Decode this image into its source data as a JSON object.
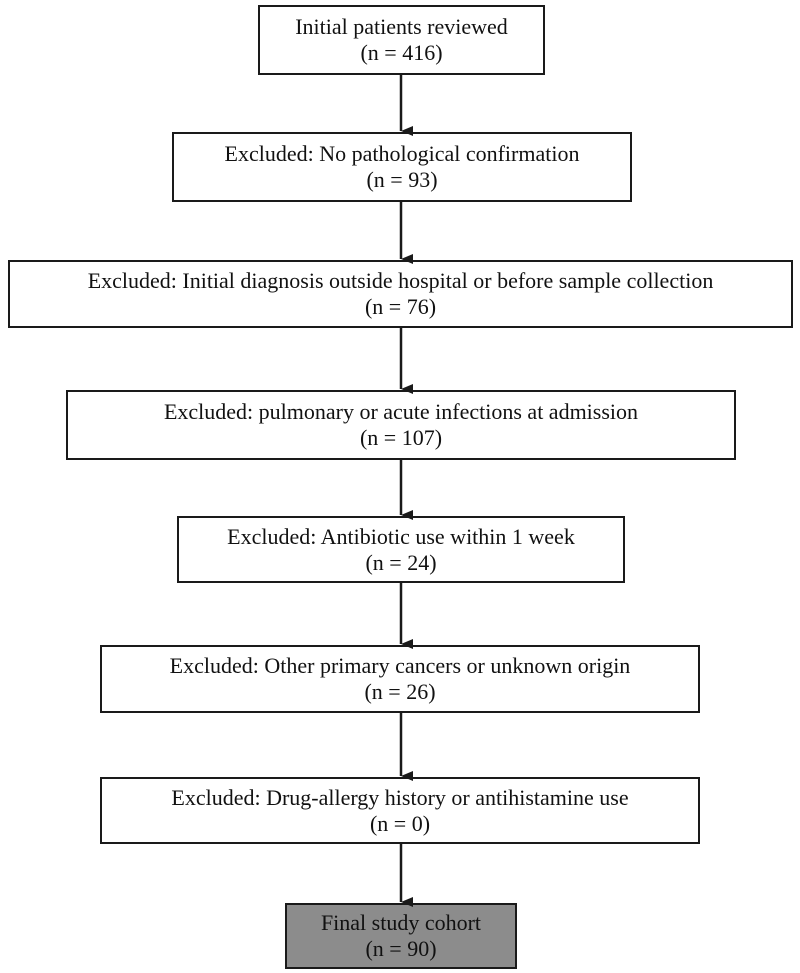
{
  "flowchart": {
    "steps": [
      {
        "label": "Initial patients reviewed",
        "count": "(n = 416)"
      },
      {
        "label": "Excluded: No pathological confirmation",
        "count": "(n = 93)"
      },
      {
        "label": "Excluded: Initial diagnosis outside hospital or before sample collection",
        "count": "(n = 76)"
      },
      {
        "label": "Excluded: pulmonary or acute infections at admission",
        "count": "(n = 107)"
      },
      {
        "label": "Excluded: Antibiotic use within 1 week",
        "count": "(n = 24)"
      },
      {
        "label": "Excluded: Other primary cancers or unknown origin",
        "count": "(n = 26)"
      },
      {
        "label": "Excluded: Drug-allergy history or antihistamine use",
        "count": "(n = 0)"
      },
      {
        "label": "Final study cohort",
        "count": "(n = 90)"
      }
    ],
    "colors": {
      "border": "#1a1a1a",
      "box_fill": "#ffffff",
      "final_fill": "#8c8c8c",
      "arrow": "#1a1a1a"
    }
  }
}
